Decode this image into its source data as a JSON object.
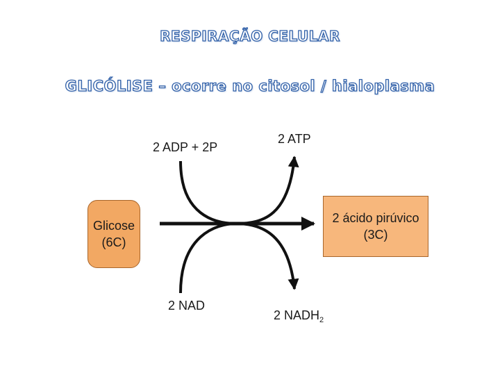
{
  "slide": {
    "title": "RESPIRAÇÃO CELULAR",
    "subtitle": "GLICÓLISE – ocorre no citosol / hialoplasma"
  },
  "diagram": {
    "input_box": {
      "line1": "Glicose",
      "line2": "(6C)"
    },
    "output_box": {
      "line1": "2 ácido pirúvico",
      "line2": "(3C)"
    },
    "top_left_label": "2 ADP + 2P",
    "top_right_label": "2 ATP",
    "bottom_left_label": "2 NAD",
    "bottom_right_label": "2 NADH",
    "bottom_right_subscript": "2"
  },
  "colors": {
    "title_outline": "#2f5fa8",
    "input_box_fill": "#f2a863",
    "output_box_fill": "#f7b77c",
    "arrows": "#111111"
  }
}
